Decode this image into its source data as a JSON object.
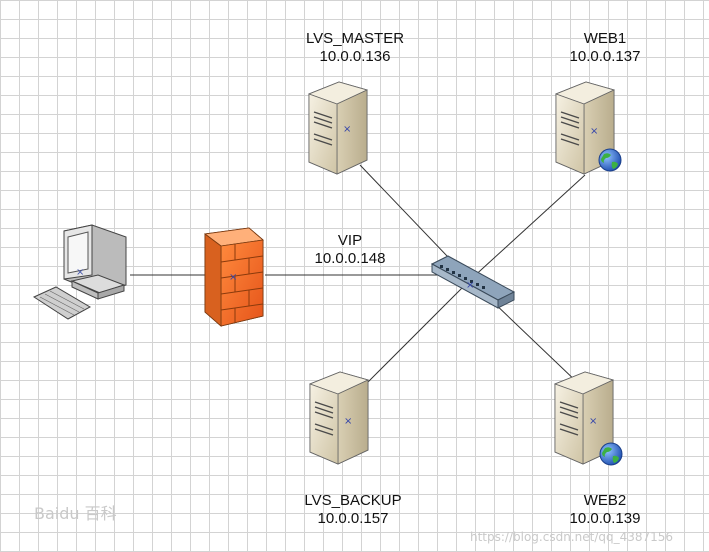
{
  "nodes": {
    "lvs_master": {
      "name": "LVS_MASTER",
      "ip": "10.0.0.136"
    },
    "lvs_backup": {
      "name": "LVS_BACKUP",
      "ip": "10.0.0.157"
    },
    "web1": {
      "name": "WEB1",
      "ip": "10.0.0.137"
    },
    "web2": {
      "name": "WEB2",
      "ip": "10.0.0.139"
    },
    "vip": {
      "name": "VIP",
      "ip": "10.0.0.148"
    }
  },
  "watermarks": {
    "left": "Baidu 百科",
    "right": "https://blog.csdn.net/qq_4387156"
  },
  "colors": {
    "server_face": "#e9e0c8",
    "firewall": "#f26a1f",
    "globe": "#2f6fd3",
    "edges": "#333333"
  }
}
